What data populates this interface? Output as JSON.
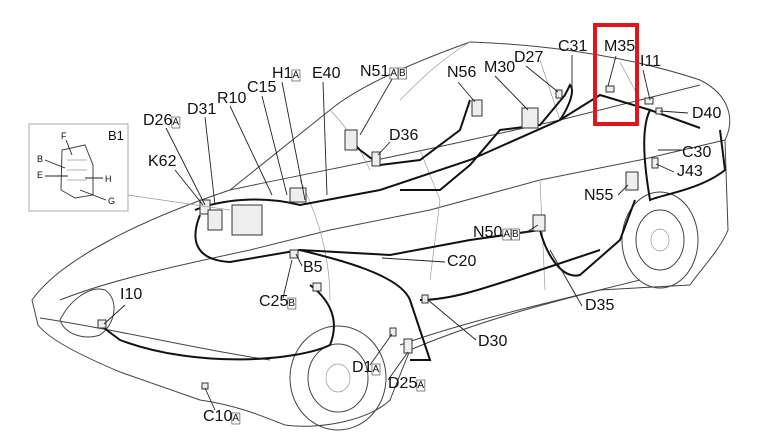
{
  "diagram": {
    "subject": "vehicle-wiring-harness-location",
    "highlight_color": "#e0161b",
    "highlighted_label": "M35",
    "inset": {
      "title": "B1",
      "labels": [
        "F",
        "B",
        "E",
        "H",
        "G"
      ]
    },
    "labels": {
      "D26": {
        "main": "D26",
        "sub": "A"
      },
      "D31": {
        "main": "D31"
      },
      "R10": {
        "main": "R10"
      },
      "C15": {
        "main": "C15"
      },
      "H1": {
        "main": "H1",
        "sub": "A"
      },
      "E40": {
        "main": "E40"
      },
      "N51": {
        "main": "N51",
        "sub": "A",
        "sub2": "B"
      },
      "D36": {
        "main": "D36"
      },
      "N56": {
        "main": "N56"
      },
      "M30": {
        "main": "M30"
      },
      "D27": {
        "main": "D27"
      },
      "C31": {
        "main": "C31"
      },
      "M35": {
        "main": "M35"
      },
      "I11": {
        "main": "I11"
      },
      "D40": {
        "main": "D40"
      },
      "C30": {
        "main": "C30"
      },
      "J43": {
        "main": "J43"
      },
      "N55": {
        "main": "N55"
      },
      "N50": {
        "main": "N50",
        "sub": "A",
        "sub2": "B"
      },
      "C20": {
        "main": "C20"
      },
      "B5": {
        "main": "B5"
      },
      "C25": {
        "main": "C25",
        "sub": "B"
      },
      "D35": {
        "main": "D35"
      },
      "D30": {
        "main": "D30"
      },
      "I10": {
        "main": "I10"
      },
      "D1": {
        "main": "D1",
        "sub": "A"
      },
      "D25": {
        "main": "D25",
        "sub": "A"
      },
      "C10": {
        "main": "C10",
        "sub": "A"
      },
      "K62": {
        "main": "K62"
      }
    }
  }
}
